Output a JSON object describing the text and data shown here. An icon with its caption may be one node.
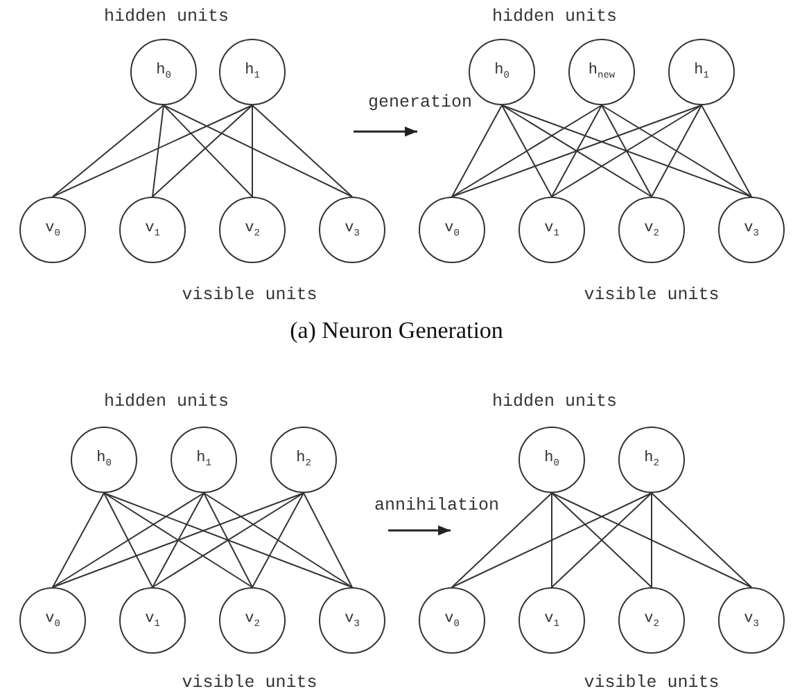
{
  "diagram": {
    "caption": "(a) Neuron Generation",
    "nodes": [
      {
        "text": [
          "h$_{0}$"
        ]
      },
      {
        "text": [
          "h$_{1}$"
        ]
      },
      {
        "text": [
          "v$_{0}$"
        ]
      },
      {
        "text": [
          "v$_{1}$"
        ]
      },
      {
        "text": [
          "v$_{2}$"
        ]
      },
      {
        "text": [
          "v$_{3}$"
        ]
      },
      {
        "text": [
          "h$_{0}$"
        ]
      },
      {
        "text": [
          "h$_{new}$"
        ]
      },
      {
        "text": [
          "h$_{1}$"
        ]
      },
      {
        "text": [
          "v$_{0}$"
        ]
      },
      {
        "text": [
          "v$_{1}$"
        ]
      },
      {
        "text": [
          "v$_{2}$"
        ]
      },
      {
        "text": [
          "v$_{3}$"
        ]
      },
      {
        "text": [
          "h$_{0}$"
        ]
      },
      {
        "text": [
          "h$_{1}$"
        ]
      },
      {
        "text": [
          "h$_{2}$"
        ]
      },
      {
        "text": [
          "v$_{0}$"
        ]
      },
      {
        "text": [
          "v$_{1}$"
        ]
      },
      {
        "text": [
          "v$_{2}$"
        ]
      },
      {
        "text": [
          "v$_{3}$"
        ]
      },
      {
        "text": [
          "h$_{0}$"
        ]
      },
      {
        "text": [
          "h$_{2}$"
        ]
      },
      {
        "text": [
          "v$_{0}$"
        ]
      },
      {
        "text": [
          "v$_{1}$"
        ]
      },
      {
        "text": [
          "v$_{2}$"
        ]
      },
      {
        "text": [
          "v$_{3}$"
        ]
      }
    ],
    "edges": [
      {
        "from": 0,
        "to": 2,
        "arrow": "none"
      },
      {
        "from": 0,
        "to": 3,
        "arrow": "none"
      },
      {
        "from": 0,
        "to": 4,
        "arrow": "none"
      },
      {
        "from": 0,
        "to": 5,
        "arrow": "none"
      },
      {
        "from": 1,
        "to": 2,
        "arrow": "none"
      },
      {
        "from": 1,
        "to": 3,
        "arrow": "none"
      },
      {
        "from": 1,
        "to": 4,
        "arrow": "none"
      },
      {
        "from": 1,
        "to": 5,
        "arrow": "none"
      },
      {
        "from": 6,
        "to": 9,
        "arrow": "none"
      },
      {
        "from": 6,
        "to": 10,
        "arrow": "none"
      },
      {
        "from": 6,
        "to": 11,
        "arrow": "none"
      },
      {
        "from": 6,
        "to": 12,
        "arrow": "none"
      },
      {
        "from": 7,
        "to": 9,
        "arrow": "none"
      },
      {
        "from": 7,
        "to": 10,
        "arrow": "none"
      },
      {
        "from": 7,
        "to": 11,
        "arrow": "none"
      },
      {
        "from": 7,
        "to": 12,
        "arrow": "none"
      },
      {
        "from": 8,
        "to": 9,
        "arrow": "none"
      },
      {
        "from": 8,
        "to": 10,
        "arrow": "none"
      },
      {
        "from": 8,
        "to": 11,
        "arrow": "none"
      },
      {
        "from": 8,
        "to": 12,
        "arrow": "none"
      },
      {
        "from": 13,
        "to": 16,
        "arrow": "none"
      },
      {
        "from": 13,
        "to": 17,
        "arrow": "none"
      },
      {
        "from": 13,
        "to": 18,
        "arrow": "none"
      },
      {
        "from": 13,
        "to": 19,
        "arrow": "none"
      },
      {
        "from": 14,
        "to": 16,
        "arrow": "none"
      },
      {
        "from": 14,
        "to": 17,
        "arrow": "none"
      },
      {
        "from": 14,
        "to": 18,
        "arrow": "none"
      },
      {
        "from": 14,
        "to": 19,
        "arrow": "none"
      },
      {
        "from": 15,
        "to": 16,
        "arrow": "none"
      },
      {
        "from": 15,
        "to": 17,
        "arrow": "none"
      },
      {
        "from": 15,
        "to": 18,
        "arrow": "none"
      },
      {
        "from": 15,
        "to": 19,
        "arrow": "none"
      },
      {
        "from": 20,
        "to": 22,
        "arrow": "none"
      },
      {
        "from": 20,
        "to": 23,
        "arrow": "none"
      },
      {
        "from": 20,
        "to": 24,
        "arrow": "none"
      },
      {
        "from": 20,
        "to": 25,
        "arrow": "none"
      },
      {
        "from": 21,
        "to": 22,
        "arrow": "none"
      },
      {
        "from": 21,
        "to": 23,
        "arrow": "none"
      },
      {
        "from": 21,
        "to": 24,
        "arrow": "none"
      },
      {
        "from": 21,
        "to": 25,
        "arrow": "none"
      }
    ],
    "labels": [
      "hidden units",
      "hidden units",
      "generation",
      "visible units",
      "visible units",
      "hidden units",
      "hidden units",
      "annihilation",
      "visible units",
      "visible units"
    ]
  }
}
